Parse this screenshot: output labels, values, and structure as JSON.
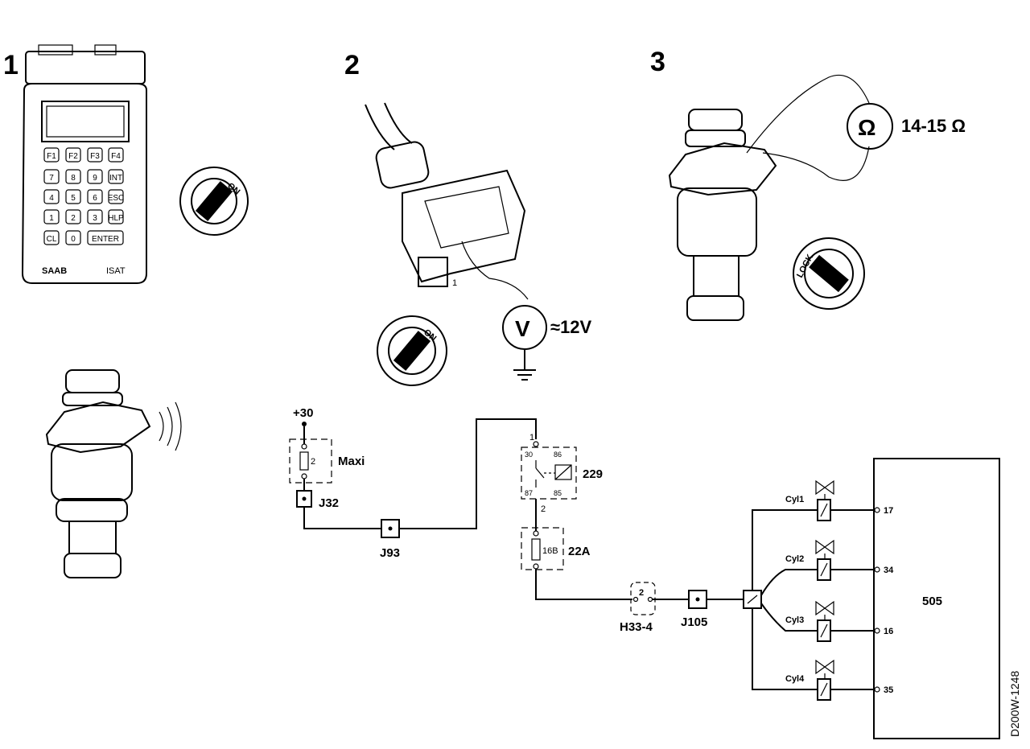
{
  "steps": {
    "one": "1",
    "two": "2",
    "three": "3"
  },
  "tester": {
    "brand": "SAAB",
    "model": "ISAT",
    "keys": [
      "F1",
      "F2",
      "F3",
      "F4",
      "7",
      "8",
      "9",
      "INT",
      "4",
      "5",
      "6",
      "ESC",
      "1",
      "2",
      "3",
      "HLP",
      "CL",
      "0",
      "ENTER"
    ]
  },
  "ignition": {
    "on_label": "ON",
    "lock_label": "LOCK"
  },
  "voltage": {
    "meter_symbol": "V",
    "reading": "≈12V",
    "pin": "1"
  },
  "resistance": {
    "meter_symbol": "Ω",
    "reading": "14-15 Ω"
  },
  "schematic": {
    "supply": "+30",
    "fuse_maxi": {
      "number": "2",
      "label": "Maxi"
    },
    "j32": "J32",
    "j93": "J93",
    "relay": {
      "label": "229",
      "pin_top": "1",
      "pin_bottom": "2",
      "t30": "30",
      "t86": "86",
      "t87": "87",
      "t85": "85"
    },
    "fuse_22a": {
      "number": "16B",
      "label": "22A"
    },
    "h33": {
      "pin": "2",
      "label": "H33-4"
    },
    "j105": "J105",
    "injectors": [
      {
        "name": "Cyl1",
        "pin": "17"
      },
      {
        "name": "Cyl2",
        "pin": "34"
      },
      {
        "name": "Cyl3",
        "pin": "16"
      },
      {
        "name": "Cyl4",
        "pin": "35"
      }
    ],
    "ecu": "505",
    "drawing_id": "D200W-1248"
  }
}
